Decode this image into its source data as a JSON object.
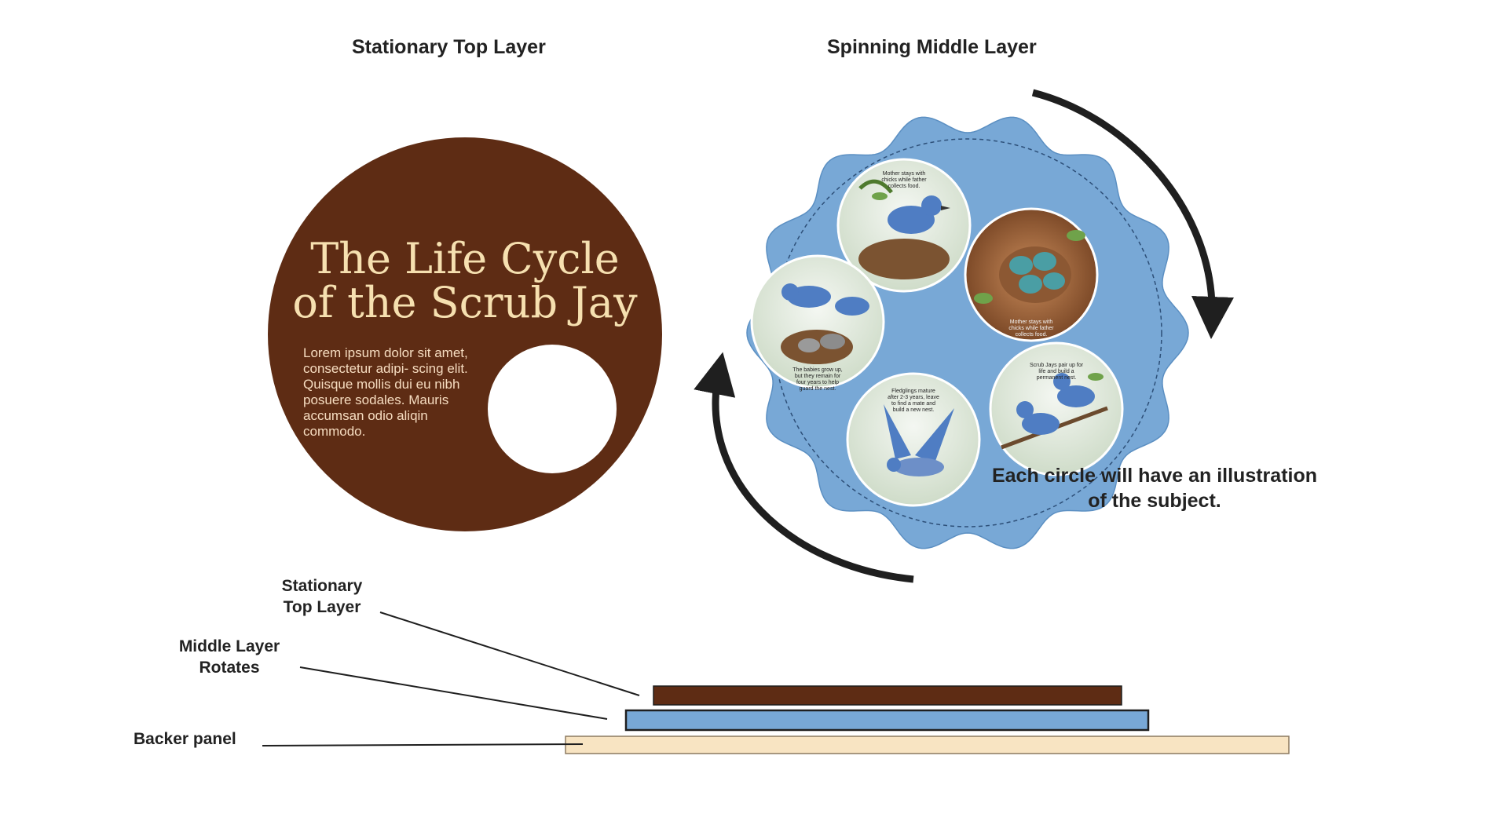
{
  "headings": {
    "top_layer": "Stationary Top Layer",
    "middle_layer": "Spinning Middle Layer"
  },
  "top_disc": {
    "title_line1": "The Life Cycle",
    "title_line2": "of the Scrub Jay",
    "body": "Lorem ipsum dolor sit amet, consectetur adipi- scing elit. Quisque mollis dui eu nibh posuere sodales. Mauris accumsan odio aliqin commodo."
  },
  "spinner": {
    "circles": [
      {
        "caption": "Mother stays with chicks while father collects food."
      },
      {
        "caption": "Mother stays with chicks while father collects food."
      },
      {
        "caption": "Scrub Jays pair up for life and build a permanent nest."
      },
      {
        "caption": "Fledglings mature after 2-3 years, leave to find a mate and build a new nest."
      },
      {
        "caption": "The babies grow up, but they remain for four years to help guard the nest."
      }
    ]
  },
  "note": "Each circle will have an illustration of the subject.",
  "layers": {
    "top_label": "Stationary Top Layer",
    "middle_label": "Middle Layer Rotates",
    "backer_label": "Backer panel"
  },
  "colors": {
    "top_layer": "#5e2c14",
    "middle_layer": "#78a8d6",
    "backer": "#f8e4c2",
    "title_text": "#f6e0b0",
    "arrow": "#1f1f1f"
  }
}
